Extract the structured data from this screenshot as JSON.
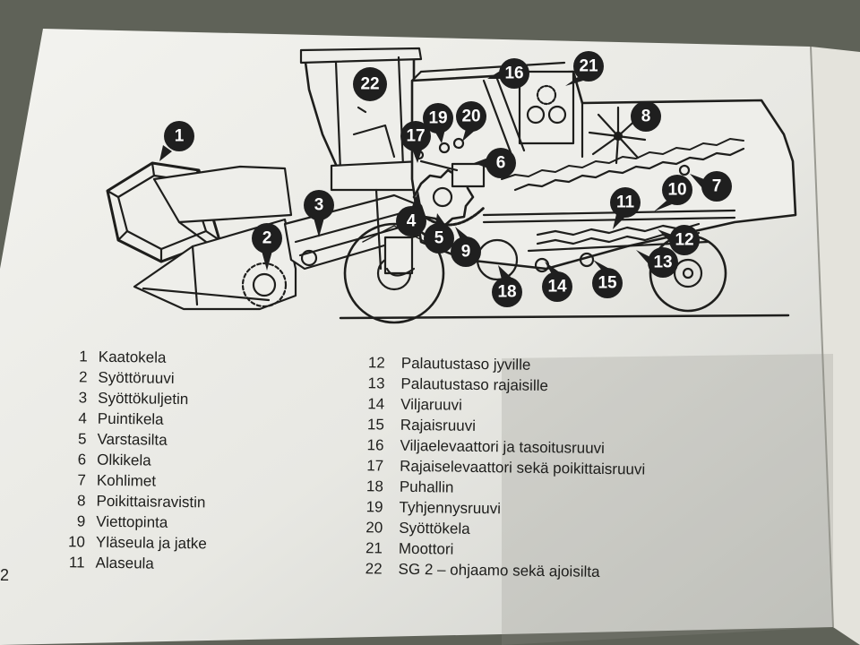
{
  "colors": {
    "paper": "#eeeeea",
    "ink": "#1e1e1c",
    "callout_fill": "#1f1f1f",
    "callout_text": "#ffffff",
    "background": "#5f6258"
  },
  "page_number": "2",
  "callouts": [
    {
      "n": "1"
    },
    {
      "n": "2"
    },
    {
      "n": "3"
    },
    {
      "n": "4"
    },
    {
      "n": "5"
    },
    {
      "n": "6"
    },
    {
      "n": "7"
    },
    {
      "n": "8"
    },
    {
      "n": "9"
    },
    {
      "n": "10"
    },
    {
      "n": "11"
    },
    {
      "n": "12"
    },
    {
      "n": "13"
    },
    {
      "n": "14"
    },
    {
      "n": "15"
    },
    {
      "n": "16"
    },
    {
      "n": "17"
    },
    {
      "n": "18"
    },
    {
      "n": "19"
    },
    {
      "n": "20"
    },
    {
      "n": "21"
    },
    {
      "n": "22"
    }
  ],
  "legend_left": [
    {
      "num": "1",
      "label": "Kaatokela"
    },
    {
      "num": "2",
      "label": "Syöttöruuvi"
    },
    {
      "num": "3",
      "label": "Syöttökuljetin"
    },
    {
      "num": "4",
      "label": "Puintikela"
    },
    {
      "num": "5",
      "label": "Varstasilta"
    },
    {
      "num": "6",
      "label": "Olkikela"
    },
    {
      "num": "7",
      "label": "Kohlimet"
    },
    {
      "num": "8",
      "label": "Poikittaisravistin"
    },
    {
      "num": "9",
      "label": "Viettopinta"
    },
    {
      "num": "10",
      "label": "Yläseula ja jatke"
    },
    {
      "num": "11",
      "label": "Alaseula"
    }
  ],
  "legend_right": [
    {
      "num": "12",
      "label": "Palautustaso jyville"
    },
    {
      "num": "13",
      "label": "Palautustaso rajaisille"
    },
    {
      "num": "14",
      "label": "Viljaruuvi"
    },
    {
      "num": "15",
      "label": "Rajaisruuvi"
    },
    {
      "num": "16",
      "label": "Viljaelevaattori ja tasoitusruuvi"
    },
    {
      "num": "17",
      "label": "Rajaiselevaattori sekä poikittaisruuvi"
    },
    {
      "num": "18",
      "label": "Puhallin"
    },
    {
      "num": "19",
      "label": "Tyhjennysruuvi"
    },
    {
      "num": "20",
      "label": "Syöttökela"
    },
    {
      "num": "21",
      "label": "Moottori"
    },
    {
      "num": "22",
      "label": "SG 2 – ohjaamo sekä ajoisilta"
    }
  ]
}
